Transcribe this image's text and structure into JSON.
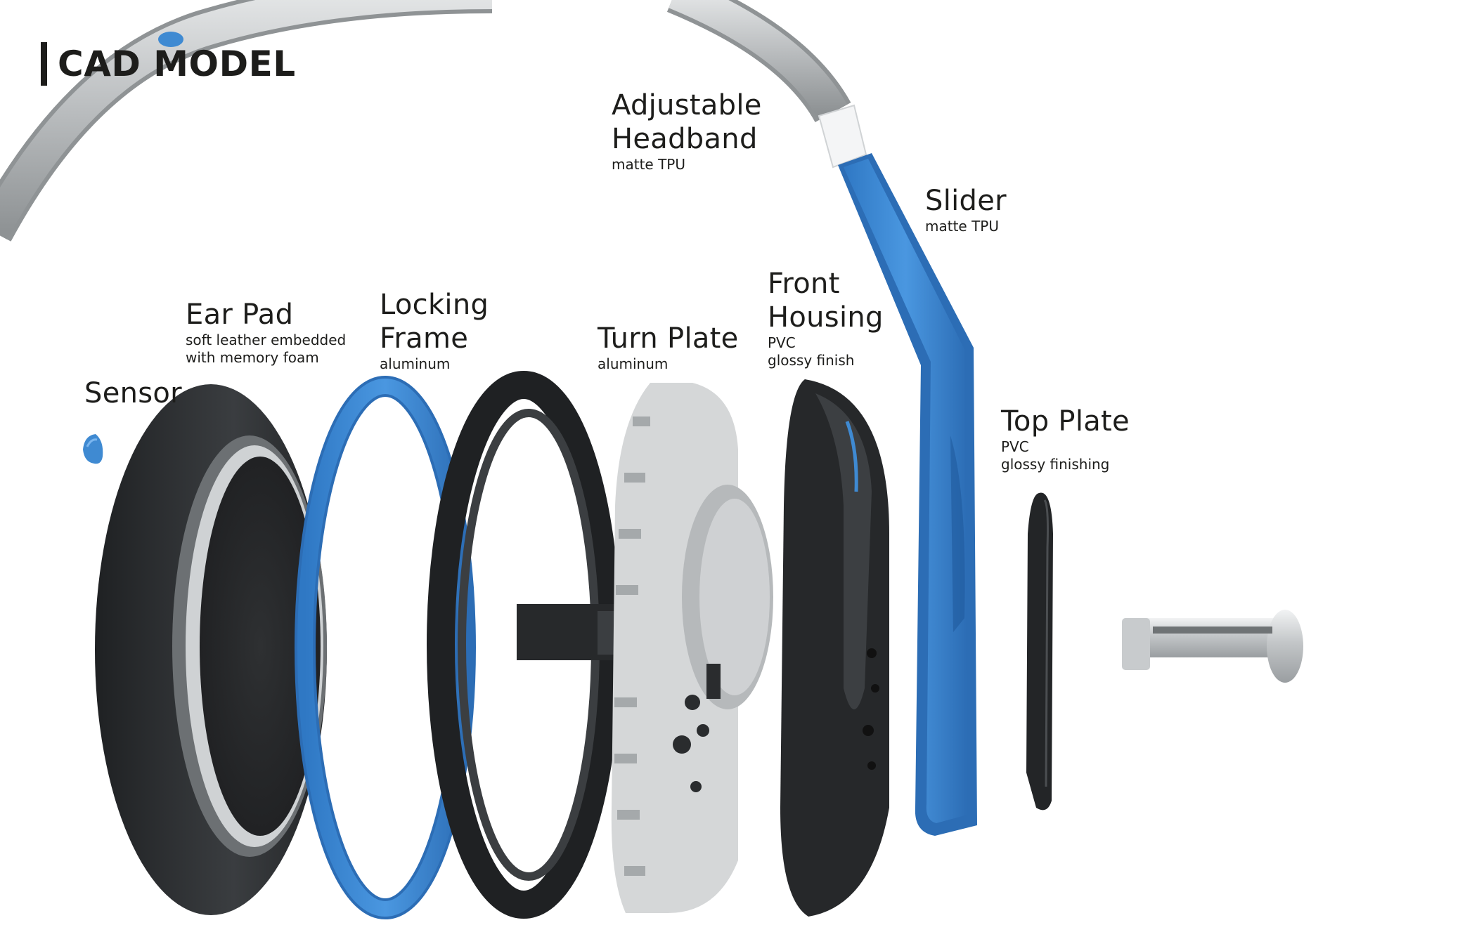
{
  "title": "CAD MODEL",
  "colors": {
    "accent_blue": "#3f8ad2",
    "dark_part": "#2b2d2f",
    "metal": "#bfc2c4",
    "text": "#1d1d1b"
  },
  "parts": [
    {
      "name": "Sensor",
      "materials": []
    },
    {
      "name": "Ear Pad",
      "materials": [
        "soft leather embedded",
        "with memory foam"
      ]
    },
    {
      "name": "Locking",
      "name2": "Frame",
      "materials": [
        "aluminum"
      ]
    },
    {
      "name": "Turn Plate",
      "materials": [
        "aluminum"
      ]
    },
    {
      "name": "Front",
      "name2": "Housing",
      "materials": [
        "PVC",
        "glossy finish"
      ]
    },
    {
      "name": "Adjustable",
      "name2": "Headband",
      "materials": [
        "matte TPU"
      ]
    },
    {
      "name": "Slider",
      "materials": [
        "matte TPU"
      ]
    },
    {
      "name": "Top Plate",
      "materials": [
        "PVC",
        "glossy finishing"
      ]
    }
  ]
}
